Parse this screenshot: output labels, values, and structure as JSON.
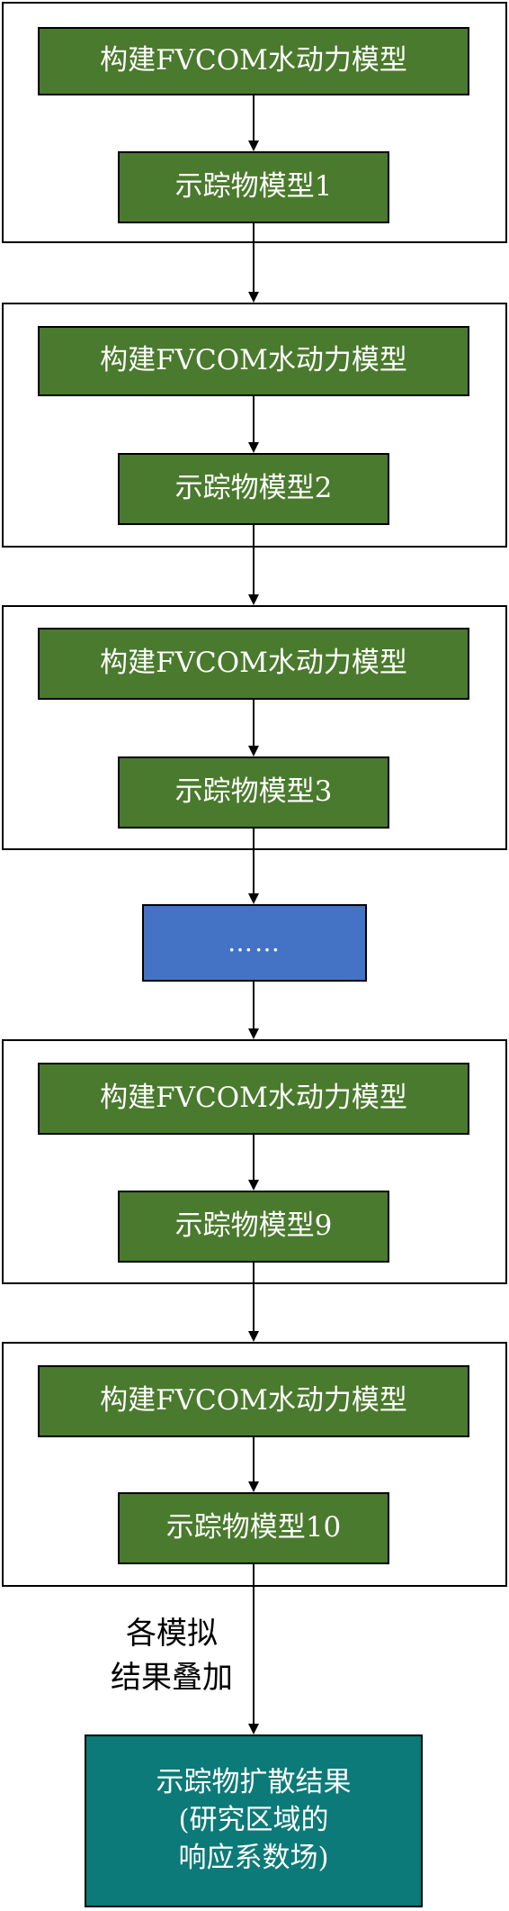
{
  "blocks": [
    {
      "hydro": "构建FVCOM水动力模型",
      "tracer": "示踪物模型1"
    },
    {
      "hydro": "构建FVCOM水动力模型",
      "tracer": "示踪物模型2"
    },
    {
      "hydro": "构建FVCOM水动力模型",
      "tracer": "示踪物模型3"
    },
    {
      "hydro": "构建FVCOM水动力模型",
      "tracer": "示踪物模型9"
    },
    {
      "hydro": "构建FVCOM水动力模型",
      "tracer": "示踪物模型10"
    }
  ],
  "ellipsis": "……",
  "superpose_label": "各模拟\n结果叠加",
  "result": "示踪物扩散结果\n(研究区域的\n响应系数场)",
  "colors": {
    "green": "#4a7a2d",
    "blue": "#4472c4",
    "teal": "#0b7a78"
  }
}
